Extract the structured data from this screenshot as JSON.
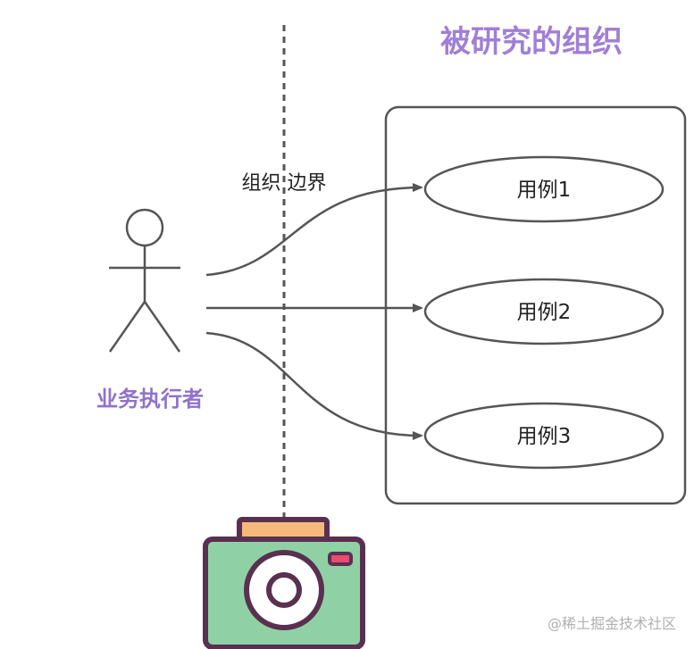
{
  "organization": {
    "title": "被研究的组织",
    "boundary_label": "组织 边界"
  },
  "actor": {
    "label": "业务执行者"
  },
  "use_cases": [
    {
      "label": "用例1"
    },
    {
      "label": "用例2"
    },
    {
      "label": "用例3"
    }
  ],
  "watermark": "@稀土掘金技术社区",
  "colors": {
    "title_purple": "#a07fd6",
    "actor_label_purple": "#8f72c9",
    "stroke_gray": "#555555",
    "camera_body": "#8fd1a4",
    "camera_top": "#f5b97b",
    "camera_outline": "#5a3050",
    "camera_indicator": "#e84d6f"
  }
}
